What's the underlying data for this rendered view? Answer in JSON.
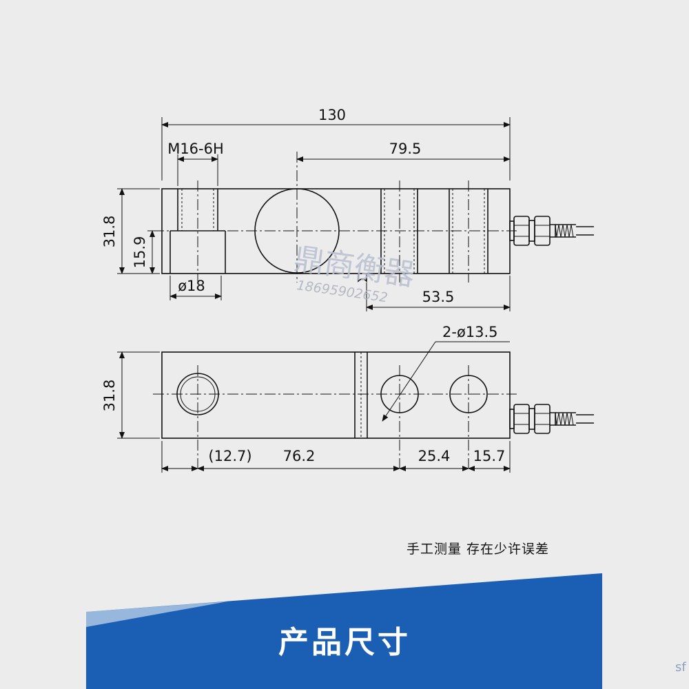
{
  "dimensions": {
    "overall_length": "130",
    "thread": "M16-6H",
    "center_to_end": "79.5",
    "height_side": "31.8",
    "half_height": "15.9",
    "counterbore": "ø18",
    "notch_to_end": "53.5",
    "holes": "2-ø13.5",
    "height_top": "31.8",
    "offset_paren": "(12.7)",
    "hole_span_1": "76.2",
    "hole_span_2": "25.4",
    "end_offset": "15.7"
  },
  "watermark": {
    "brand": "鼎商衡器",
    "phone": "18695902652"
  },
  "note": "手工测量 存在少许误差",
  "banner": {
    "title": "产品尺寸",
    "colors": {
      "primary": "#1a5fb4",
      "stripe": "#ffffff"
    }
  },
  "corner_text": "sf"
}
